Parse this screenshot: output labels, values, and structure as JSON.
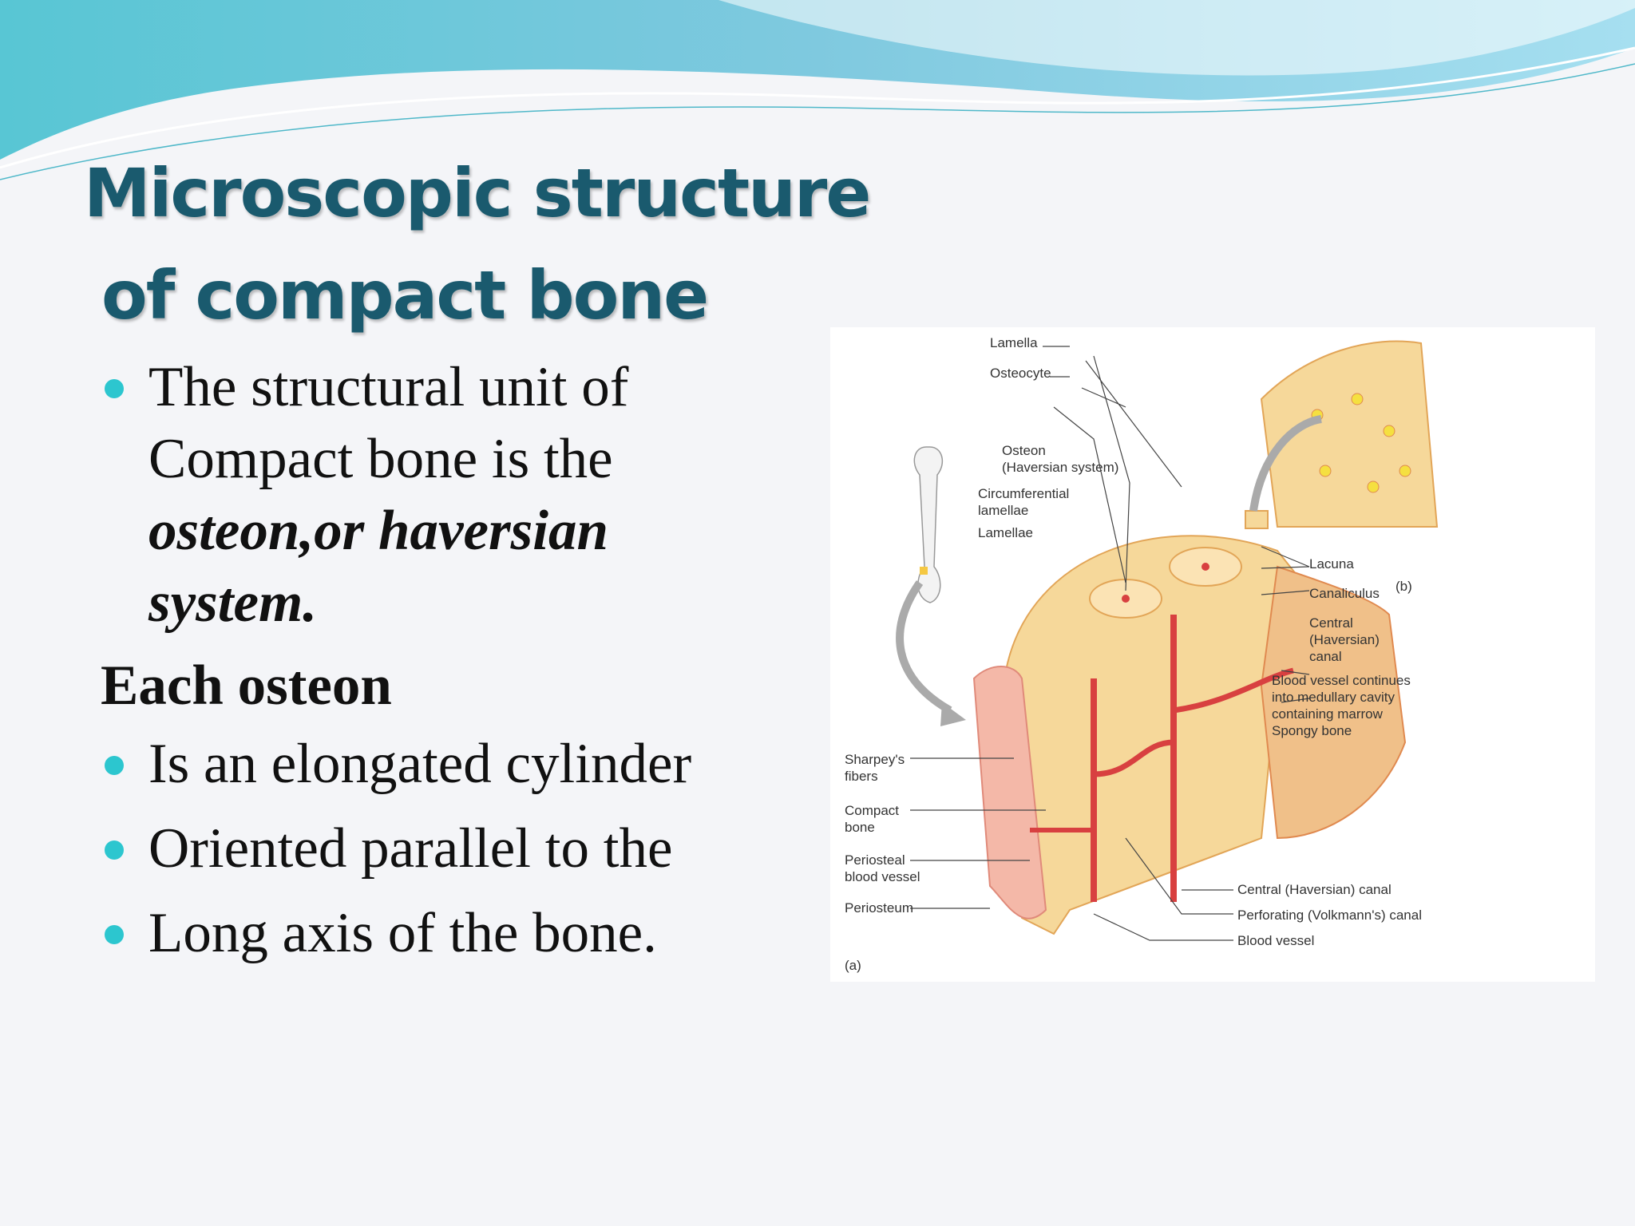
{
  "title_line1": "Microscopic structure",
  "title_line2": "of compact bone",
  "bullet1": {
    "pre": "The structural unit of Compact bone is the ",
    "em": "osteon,or haversian system",
    "post": "."
  },
  "heading": "Each osteon",
  "bullets": [
    "Is an elongated cylinder",
    "Oriented parallel to the",
    "Long axis of the bone."
  ],
  "colors": {
    "title": "#1a5a6e",
    "bullet": "#2cc6cf"
  },
  "diagram": {
    "labels": {
      "lamella": "Lamella",
      "osteocyte": "Osteocyte",
      "osteon1": "Osteon",
      "osteon2": "(Haversian system)",
      "circ1": "Circumferential",
      "circ2": "lamellae",
      "lamellae": "Lamellae",
      "lacuna": "Lacuna",
      "canaliculus": "Canaliculus",
      "central1": "Central",
      "central2": "(Haversian)",
      "central3": "canal",
      "b": "(b)",
      "bv1": "Blood vessel continues",
      "bv2": "into medullary cavity",
      "bv3": "containing marrow",
      "spongy": "Spongy bone",
      "sharpey1": "Sharpey's",
      "sharpey2": "fibers",
      "compact1": "Compact",
      "compact2": "bone",
      "periv1": "Periosteal",
      "periv2": "blood vessel",
      "periosteum": "Periosteum",
      "centralcanal": "Central (Haversian) canal",
      "perforating": "Perforating (Volkmann's) canal",
      "bloodvessel": "Blood vessel",
      "a": "(a)"
    }
  }
}
